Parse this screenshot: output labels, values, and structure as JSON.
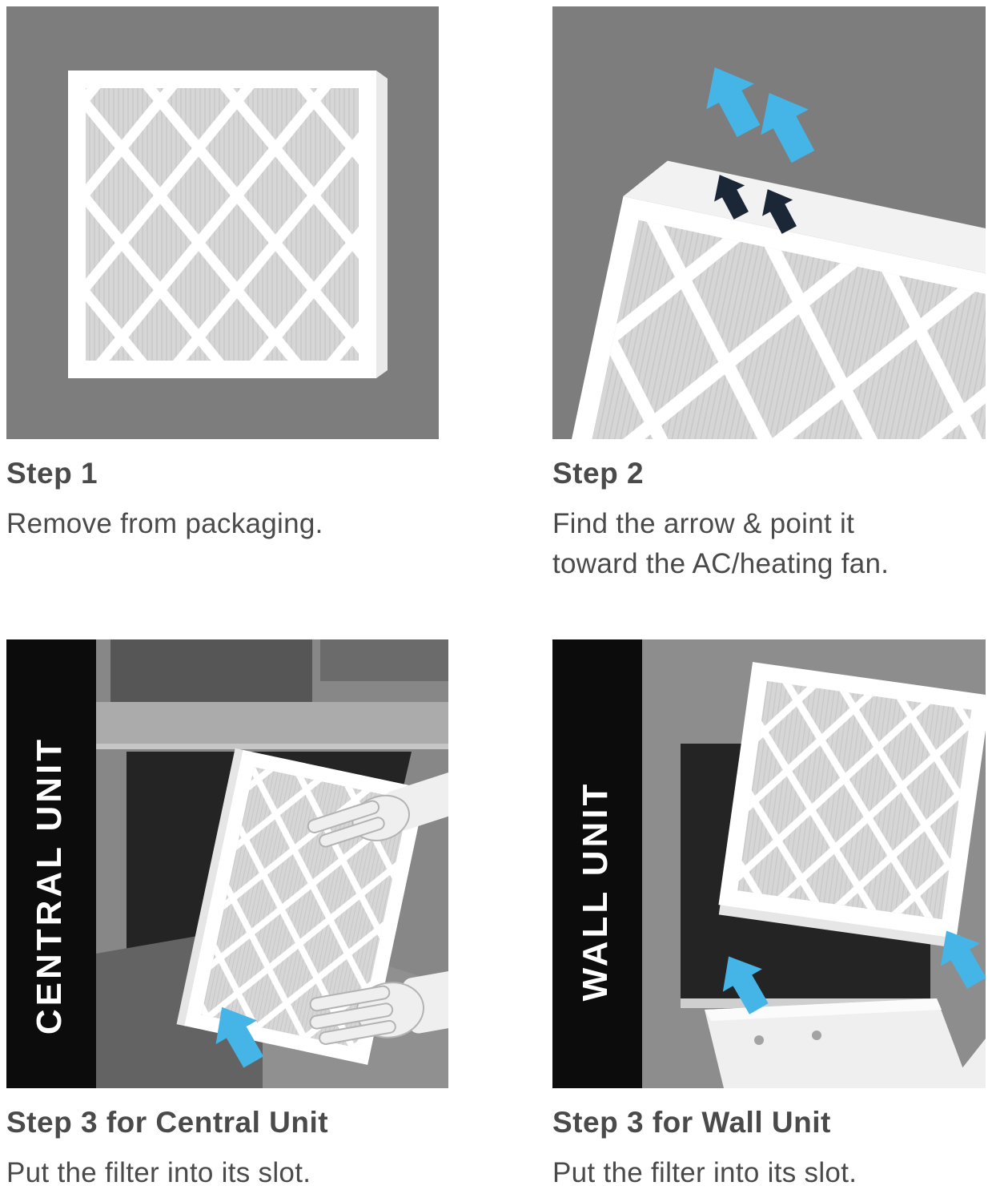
{
  "colors": {
    "page_bg": "#ffffff",
    "panel_bg": "#7d7d7d",
    "filter_frame": "#ffffff",
    "filter_media": "#d6d6d6",
    "pleat_line": "#c7c7c7",
    "arrow_blue": "#44b5e6",
    "arrow_dark": "#1b2736",
    "banner_bg": "#0c0c0c",
    "banner_text": "#ffffff",
    "text": "#4a4a4a",
    "slot_dark": "#242424"
  },
  "steps": [
    {
      "title": "Step 1",
      "caption": "Remove from packaging."
    },
    {
      "title": "Step 2",
      "caption": "Find the arrow & point it\ntoward the AC/heating fan."
    },
    {
      "title": "Step 3 for Central Unit",
      "caption": "Put the filter into its slot.",
      "banner": "CENTRAL UNIT"
    },
    {
      "title": "Step 3 for Wall Unit",
      "caption": "Put the filter into its slot.",
      "banner": "WALL UNIT"
    }
  ]
}
